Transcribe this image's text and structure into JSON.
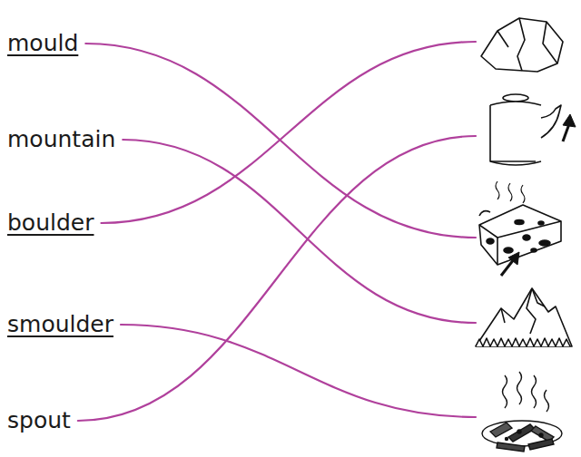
{
  "diagram": {
    "labels": [
      "mould",
      "mountain",
      "boulder",
      "smoulder",
      "spout"
    ]
  }
}
